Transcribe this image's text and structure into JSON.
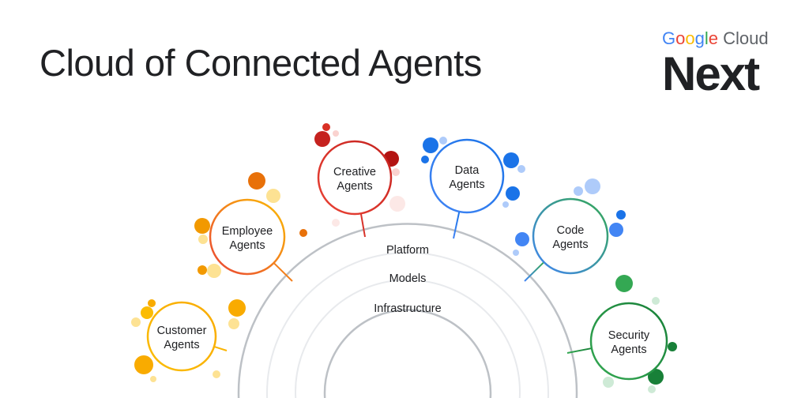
{
  "title": "Cloud of Connected Agents",
  "logo": {
    "brand_google": "Google",
    "brand_cloud": "Cloud",
    "event": "Next"
  },
  "layers": [
    "Platform",
    "Models",
    "Infrastructure"
  ],
  "agents": [
    {
      "line1": "Customer",
      "line2": "Agents",
      "color1": "#fbbc04",
      "color2": "#f9ab00"
    },
    {
      "line1": "Employee",
      "line2": "Agents",
      "color1": "#ea4335",
      "color2": "#fbbc04"
    },
    {
      "line1": "Creative",
      "line2": "Agents",
      "color1": "#ea4335",
      "color2": "#c5221f"
    },
    {
      "line1": "Data",
      "line2": "Agents",
      "color1": "#4285f4",
      "color2": "#1a73e8"
    },
    {
      "line1": "Code",
      "line2": "Agents",
      "color1": "#4285f4",
      "color2": "#34a853"
    },
    {
      "line1": "Security",
      "line2": "Agents",
      "color1": "#34a853",
      "color2": "#188038"
    }
  ]
}
